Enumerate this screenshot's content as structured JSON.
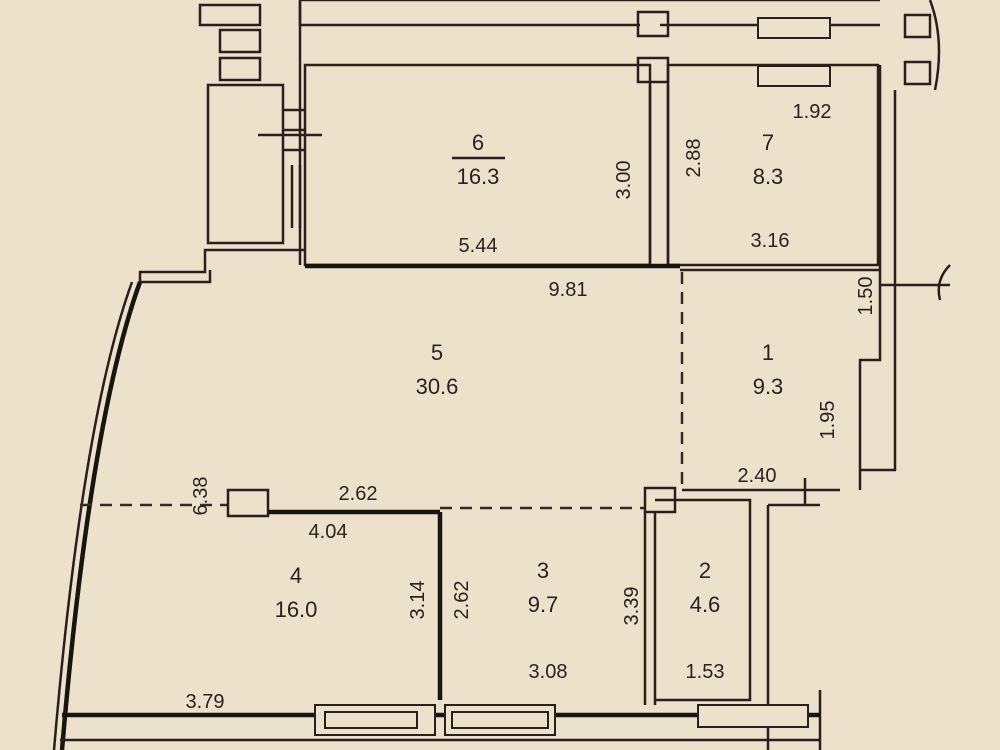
{
  "rooms": [
    {
      "number": "6",
      "area": "16.3"
    },
    {
      "number": "7",
      "area": "8.3"
    },
    {
      "number": "5",
      "area": "30.6"
    },
    {
      "number": "1",
      "area": "9.3"
    },
    {
      "number": "4",
      "area": "16.0"
    },
    {
      "number": "3",
      "area": "9.7"
    },
    {
      "number": "2",
      "area": "4.6"
    }
  ],
  "dimensions": {
    "room6_width": "5.44",
    "room6_height": "3.00",
    "room7_top": "1.92",
    "room7_height": "2.88",
    "room7_width": "3.16",
    "room5_width": "9.81",
    "room1_upper": "1.50",
    "room1_lower": "1.95",
    "room1_width": "2.40",
    "room4_left": "6.38",
    "room4_top": "2.62",
    "room4_width": "4.04",
    "room4_height": "3.14",
    "room3_left": "2.62",
    "room3_right": "3.39",
    "room3_width": "3.08",
    "room2_width": "1.53",
    "room4_bottom": "3.79"
  }
}
